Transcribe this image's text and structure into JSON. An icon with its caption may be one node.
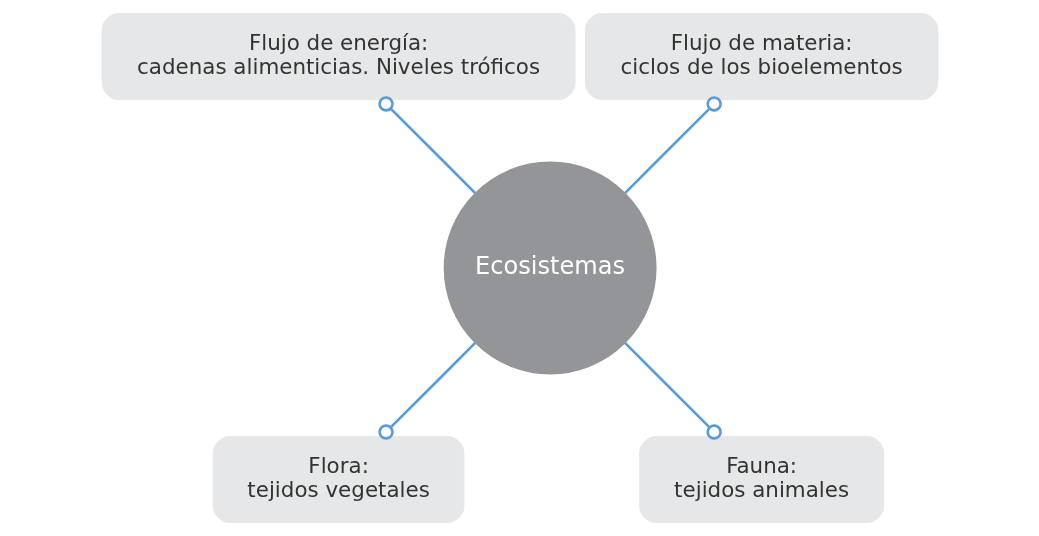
{
  "diagram": {
    "nodes": [
      {
        "text": [
          "Ecosistemas"
        ]
      },
      {
        "text": [
          "Flujo de materia:",
          "ciclos de los bioelementos"
        ]
      },
      {
        "text": [
          "Flujo de energía:",
          "cadenas alimenticias. Niveles tróficos"
        ]
      },
      {
        "text": [
          "Flora:",
          "tejidos vegetales"
        ]
      },
      {
        "text": [
          "Fauna:",
          "tejidos animales"
        ]
      }
    ],
    "edges": [
      {
        "from": 0,
        "to": 1,
        "arrow": "other"
      },
      {
        "from": 0,
        "to": 2,
        "arrow": "other"
      },
      {
        "from": 0,
        "to": 3,
        "arrow": "other"
      },
      {
        "from": 0,
        "to": 4,
        "arrow": "other"
      }
    ]
  }
}
